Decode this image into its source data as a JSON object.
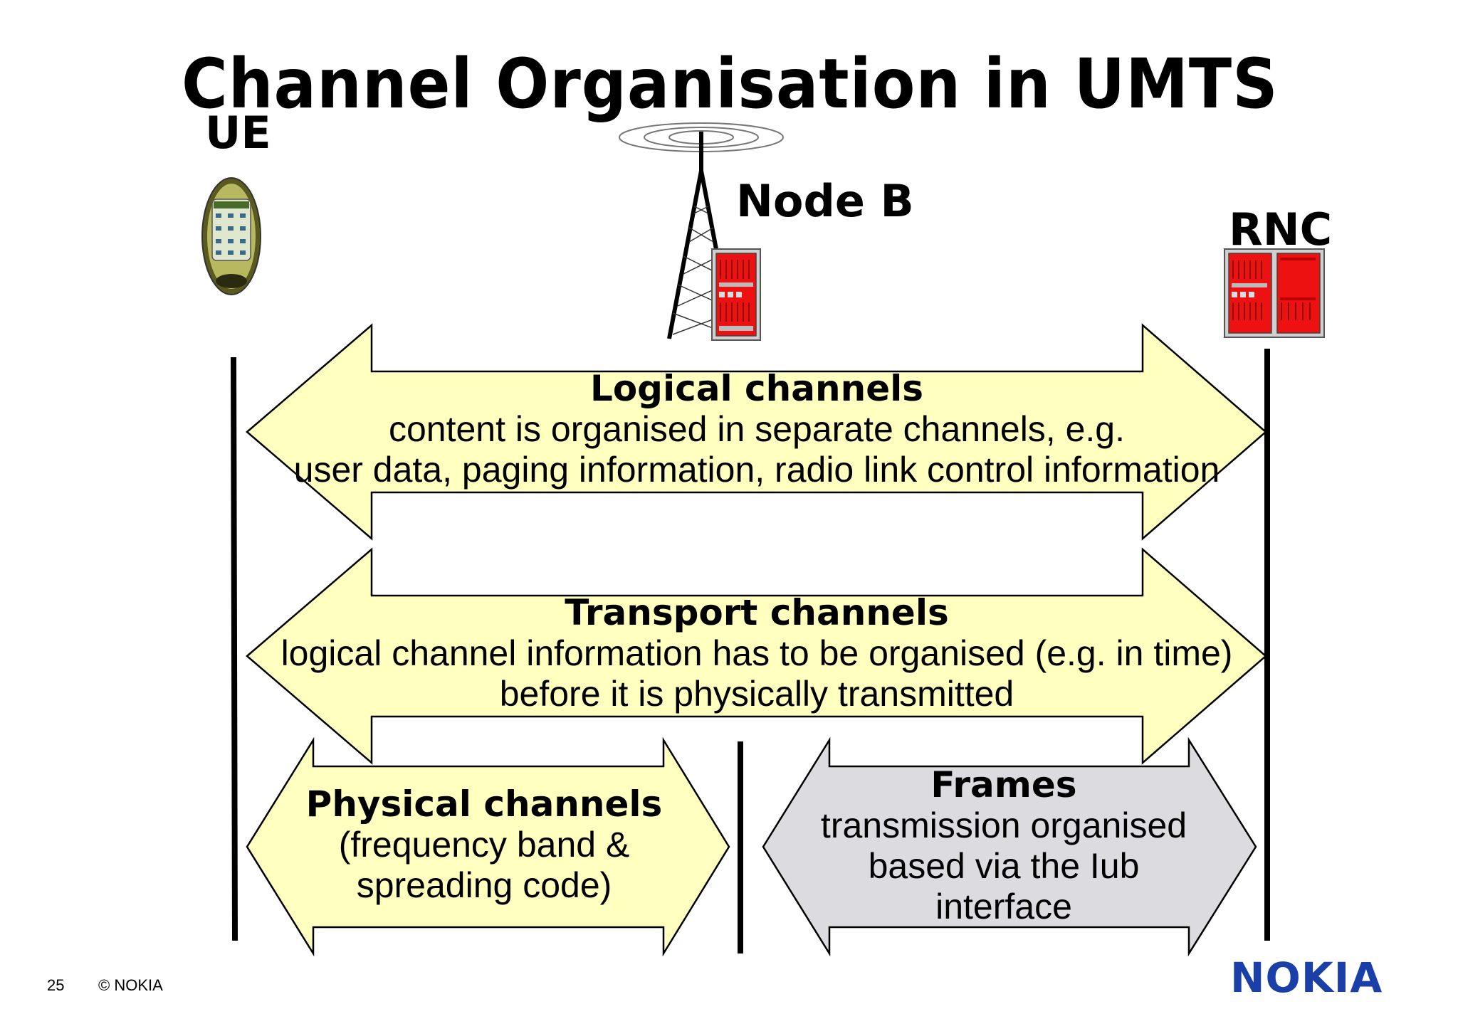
{
  "title": "Channel Organisation in UMTS",
  "entities": {
    "ue": "UE",
    "node_b": "Node B",
    "rnc": "RNC"
  },
  "logical": {
    "heading": "Logical channels",
    "line1": "content is organised in separate channels, e.g.",
    "line2": "user data, paging information, radio link control information"
  },
  "transport": {
    "heading": "Transport channels",
    "line1": "logical channel information has to be organised (e.g. in time)",
    "line2": "before it is physically transmitted"
  },
  "physical": {
    "heading": "Physical channels",
    "line1": "(frequency band &",
    "line2": "spreading code)"
  },
  "frames": {
    "heading": "Frames",
    "line1": "transmission organised",
    "line2": "based via the Iub",
    "line3": "interface"
  },
  "footer": {
    "page": "25",
    "copyright": "© NOKIA",
    "logo": "NOKIA"
  },
  "colors": {
    "arrow_yellow": "#ffffc0",
    "arrow_grey": "#dcdce0",
    "equipment_red": "#ee1111",
    "nokia_blue": "#1a3fa8"
  }
}
